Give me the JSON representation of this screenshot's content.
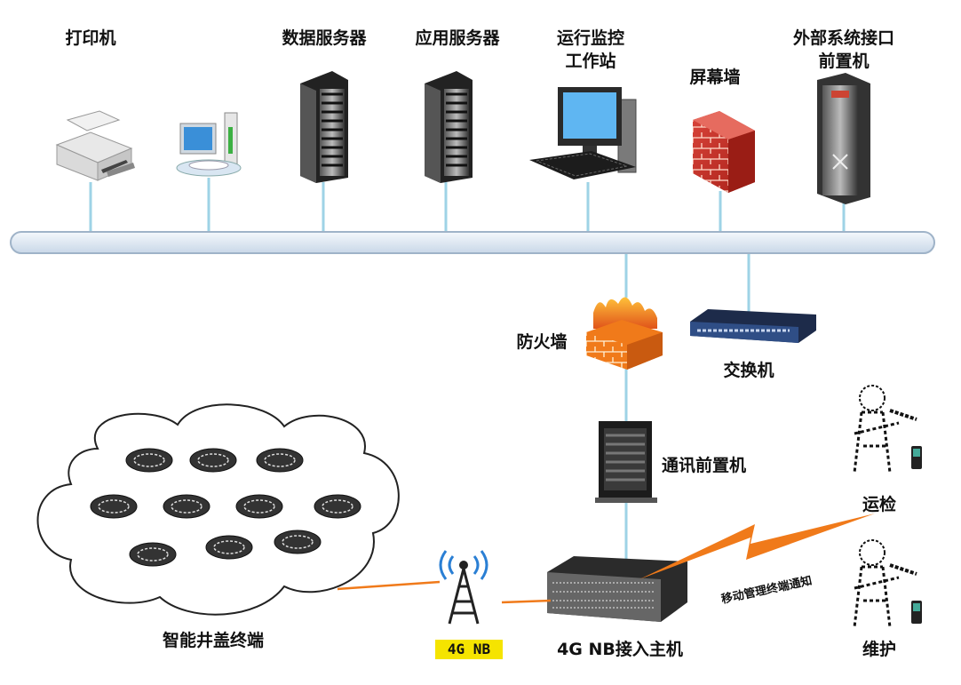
{
  "top_devices": {
    "printer": "打印机",
    "data_server": "数据服务器",
    "app_server": "应用服务器",
    "monitor_station_l1": "运行监控",
    "monitor_station_l2": "工作站",
    "screen_wall": "屏幕墙",
    "external_iface_l1": "外部系统接口",
    "external_iface_l2": "前置机"
  },
  "middle": {
    "firewall": "防火墙",
    "switch": "交换机",
    "comm_frontend": "通讯前置机"
  },
  "bottom": {
    "terminals": "智能井盖终端",
    "nb_tag": "4G NB",
    "access_host": "4G NB接入主机",
    "notify": "移动管理终端通知",
    "inspect": "运检",
    "maintain": "维护"
  },
  "colors": {
    "bus": "#dce9f5",
    "bus_border": "#9fb3c8",
    "link": "#9ed3e6",
    "orange": "#f07a1a",
    "tag_bg": "#f5e400"
  }
}
